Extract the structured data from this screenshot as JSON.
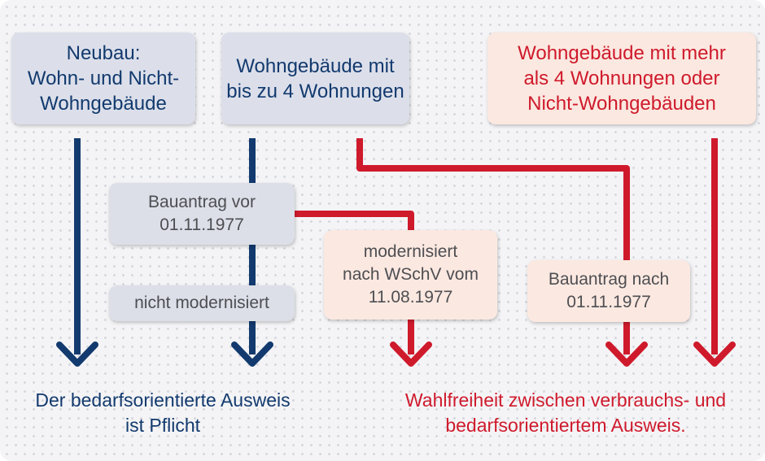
{
  "colors": {
    "blue": "#123a6e",
    "red": "#cf1a2c",
    "grey_text": "#4e4e52"
  },
  "boxes": {
    "neubau": [
      "Neubau:",
      "Wohn- und Nicht-",
      "Wohngebäude"
    ],
    "wohn_bis_4": [
      "Wohngebäude mit",
      "bis zu 4 Wohnungen"
    ],
    "wohn_mehr_4": [
      "Wohngebäude mit mehr",
      "als 4 Wohnungen oder",
      "Nicht-Wohngebäuden"
    ],
    "bauantrag_vor": [
      "Bauantrag vor",
      "01.11.1977"
    ],
    "nicht_modernisiert": [
      "nicht modernisiert"
    ],
    "modernisiert": [
      "modernisiert",
      "nach WSchV vom",
      "11.08.1977"
    ],
    "bauantrag_nach": [
      "Bauantrag nach",
      "01.11.1977"
    ]
  },
  "results": {
    "pflicht": [
      "Der bedarfsorientierte Ausweis",
      "ist Pflicht"
    ],
    "wahlfreiheit": [
      "Wahlfreiheit zwischen verbrauchs- und",
      "bedarfsorientiertem Ausweis."
    ]
  }
}
